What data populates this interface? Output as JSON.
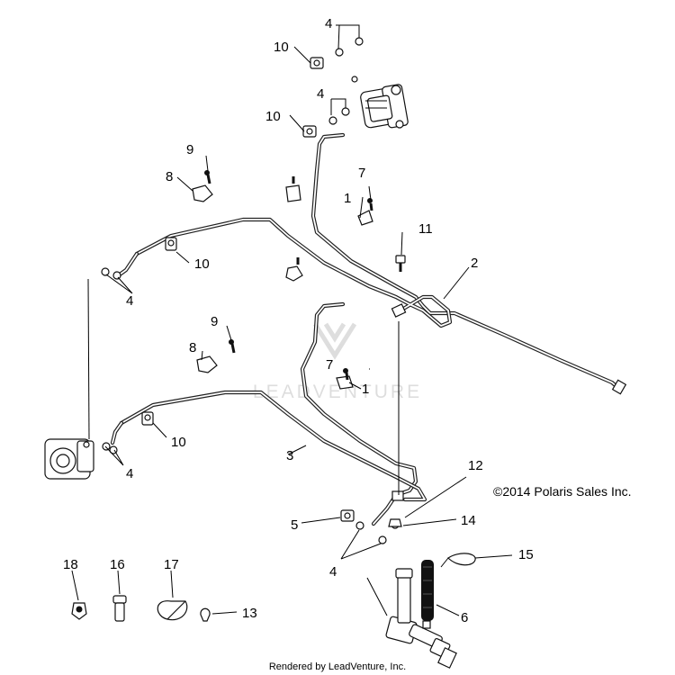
{
  "diagram": {
    "copyright": "©2014 Polaris Sales Inc.",
    "watermark": "LEADVENTURE",
    "footer": "Rendered by LeadVenture, Inc.",
    "callouts": {
      "c4_top": "4",
      "c10_top": "10",
      "c4_upper": "4",
      "c10_upper": "10",
      "c9_upper": "9",
      "c8_upper": "8",
      "c7_upper": "7",
      "c1_upper": "1",
      "c11": "11",
      "c2": "2",
      "c10_midright": "10",
      "c4_midleft": "4",
      "c9_lower": "9",
      "c8_lower": "8",
      "c7_lower": "7",
      "c1_lower": "1",
      "c3": "3",
      "c10_lower": "10",
      "c4_lower": "4",
      "c12": "12",
      "c5": "5",
      "c14": "14",
      "c4_bottom": "4",
      "c15": "15",
      "c6": "6",
      "c18": "18",
      "c16": "16",
      "c17": "17",
      "c13": "13"
    }
  }
}
